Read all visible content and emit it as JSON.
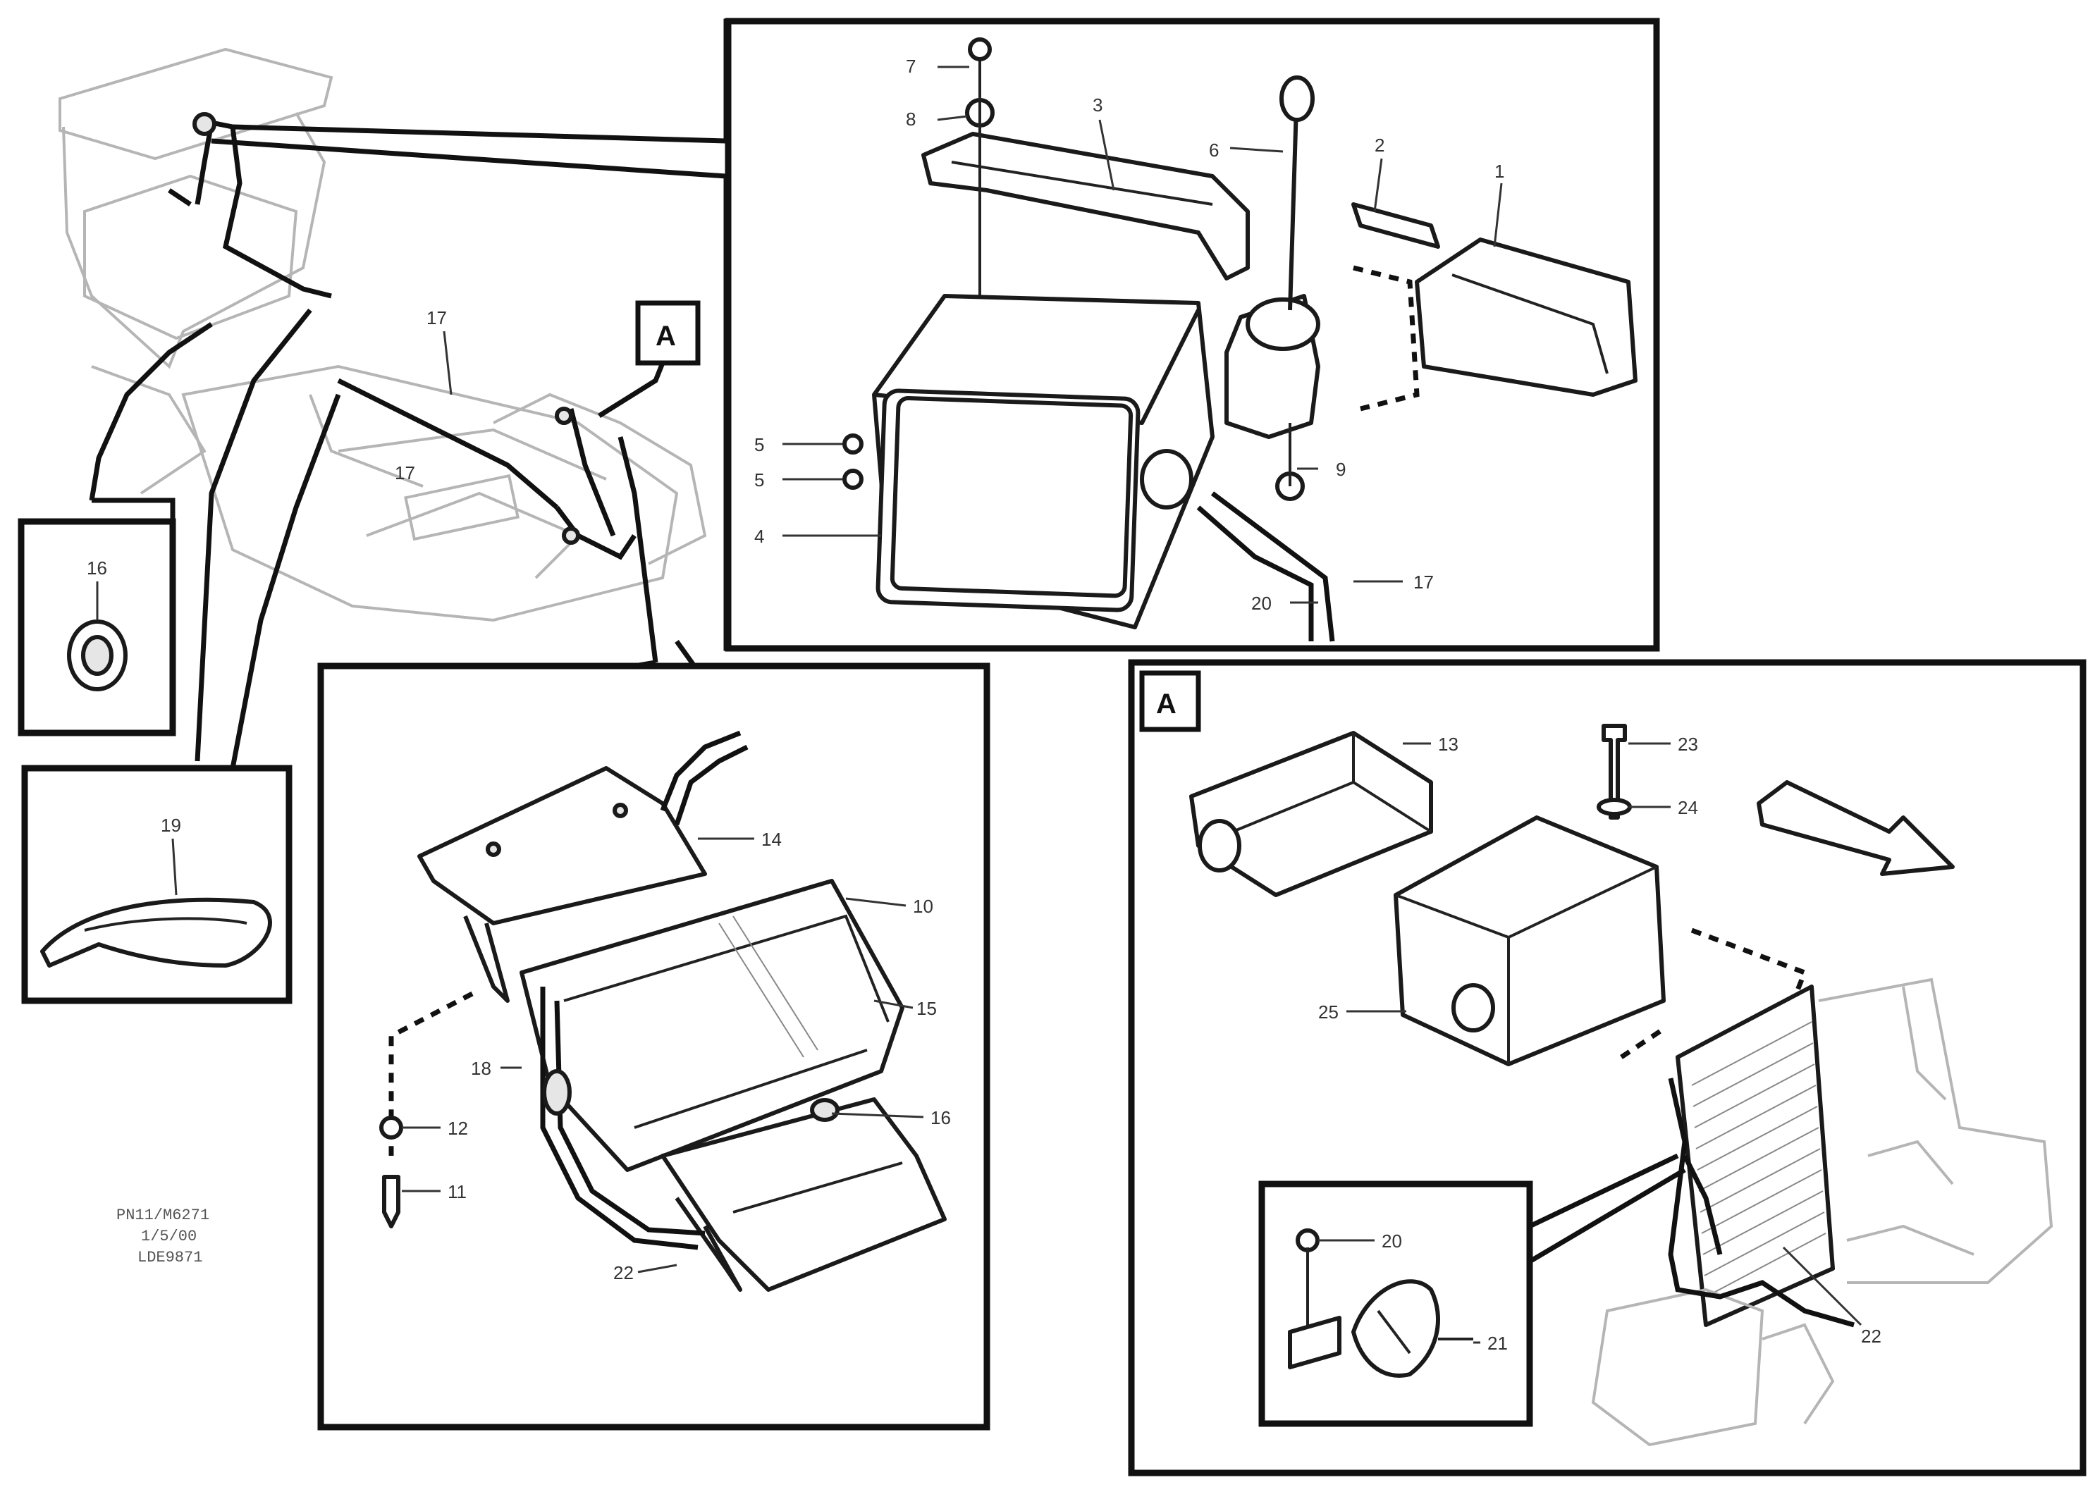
{
  "diagram": {
    "detail_markers": {
      "a_top": "A",
      "a_panel": "A"
    },
    "callouts": {
      "top_7": "7",
      "top_8": "8",
      "top_3": "3",
      "top_6": "6",
      "top_2": "2",
      "top_1": "1",
      "top_9": "9",
      "left_5a": "5",
      "left_5b": "5",
      "left_4": "4",
      "bottom_20": "20",
      "bottom_17": "17",
      "main_17": "17",
      "main_17b": "17",
      "inset_16": "16",
      "inset_19": "19",
      "mid_14": "14",
      "mid_10": "10",
      "mid_15": "15",
      "mid_16": "16",
      "mid_22": "22",
      "mid_12": "12",
      "mid_11": "11",
      "mid_18": "18",
      "a_13": "13",
      "a_23": "23",
      "a_24": "24",
      "a_25": "25",
      "a_20": "20",
      "a_21": "21",
      "a_22": "22"
    },
    "reference_code": [
      "PN11/M6271",
      "1/5/00",
      "LDE9871"
    ]
  }
}
